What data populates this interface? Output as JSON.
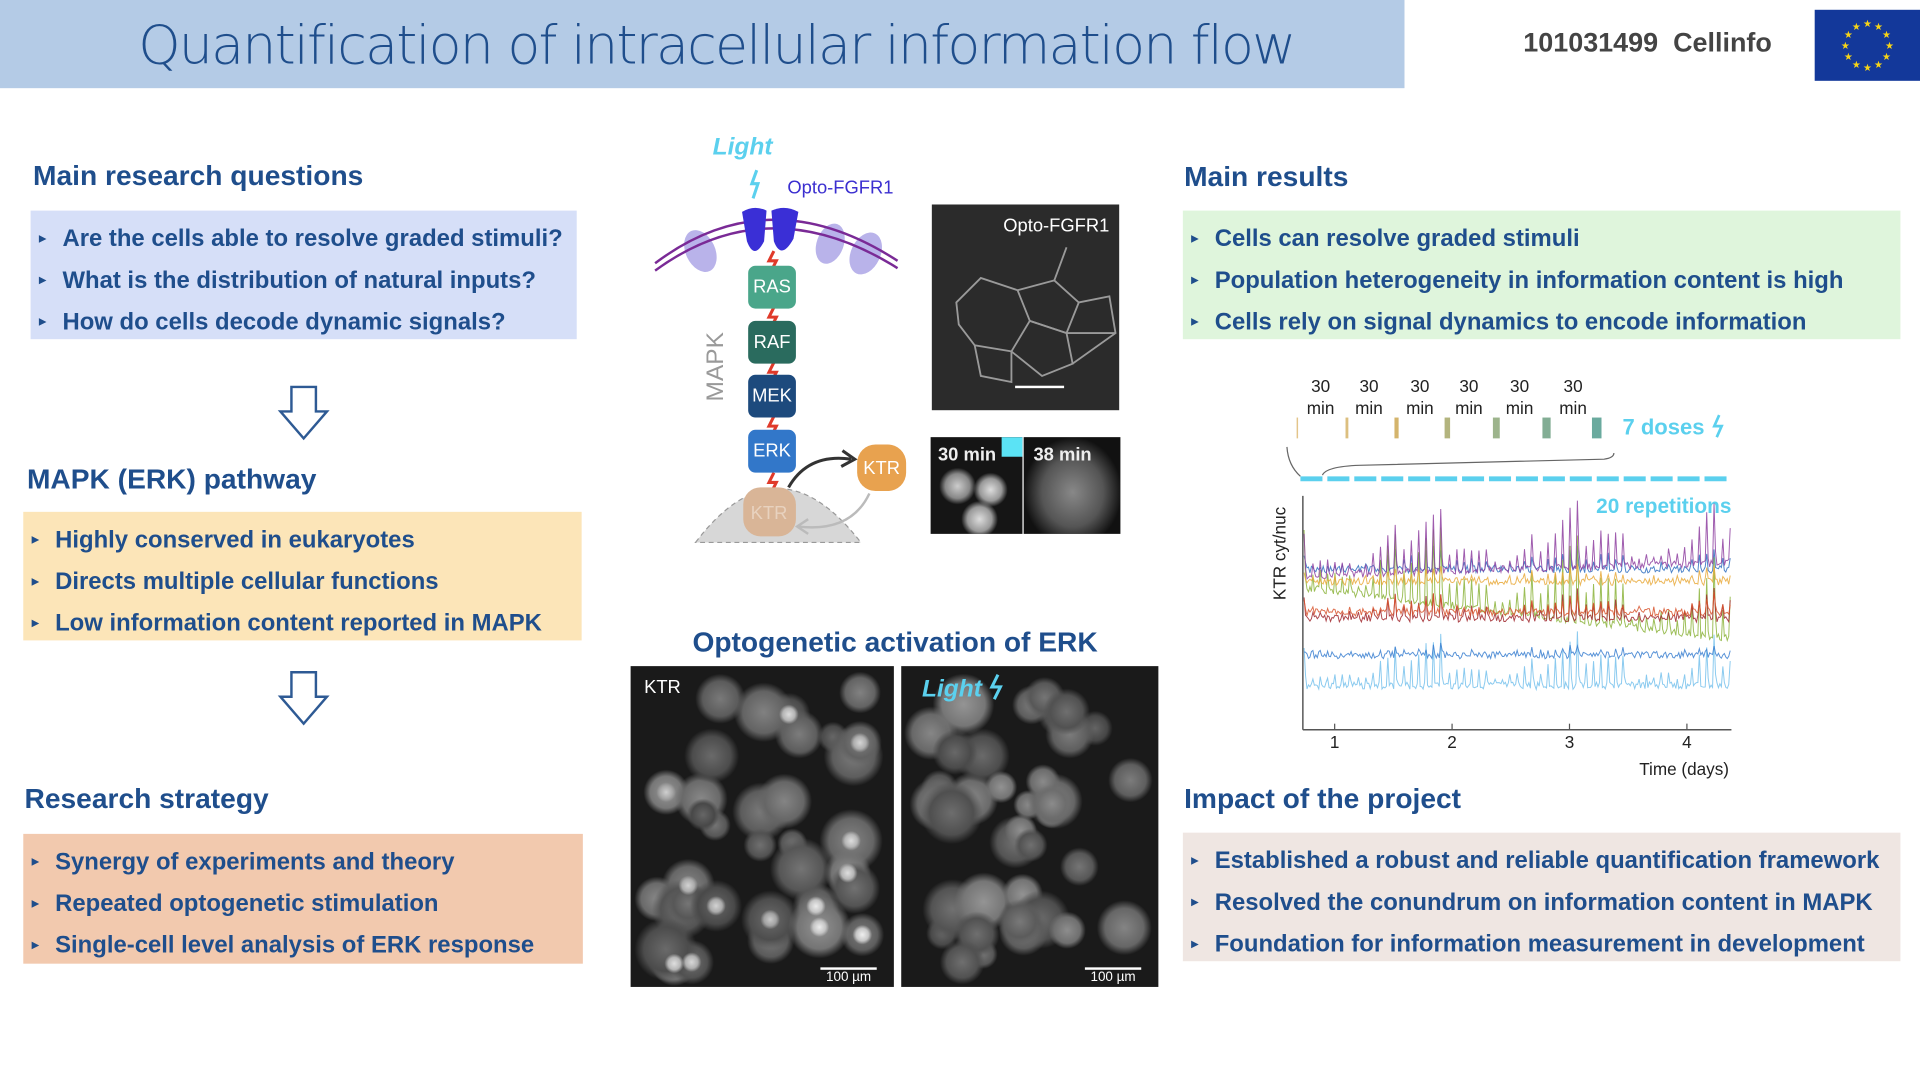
{
  "header": {
    "title": "Quantification of intracellular information flow",
    "project": "101031499  Cellinfo",
    "flag_icon": "eu-flag-icon"
  },
  "left": {
    "questions": {
      "heading": "Main research questions",
      "items": [
        "Are the cells able to resolve graded stimuli?",
        "What is the distribution of natural inputs?",
        "How do cells decode dynamic signals?"
      ]
    },
    "pathway": {
      "heading": "MAPK (ERK) pathway",
      "items": [
        "Highly conserved in eukaryotes",
        "Directs multiple cellular functions",
        "Low information content reported in MAPK"
      ]
    },
    "strategy": {
      "heading": "Research strategy",
      "items": [
        "Synergy of experiments and theory",
        "Repeated optogenetic stimulation",
        "Single-cell level analysis of ERK response"
      ]
    }
  },
  "diagram": {
    "light": "Light",
    "receptor": "Opto-FGFR1",
    "mapk": "MAPK",
    "kinases": [
      {
        "name": "RAS",
        "color": "#4aa68a"
      },
      {
        "name": "RAF",
        "color": "#2a6b5e"
      },
      {
        "name": "MEK",
        "color": "#1d4a7d"
      },
      {
        "name": "ERK",
        "color": "#3277c9"
      }
    ],
    "ktr": "KTR",
    "image_label": "Opto-FGFR1",
    "time1": "30 min",
    "time2": "38 min"
  },
  "opto": {
    "heading": "Optogenetic activation of ERK",
    "left_label": "KTR",
    "right_label": "Light",
    "scale": "100 µm"
  },
  "right": {
    "results": {
      "heading": "Main results",
      "items": [
        "Cells can resolve graded stimuli",
        "Population heterogeneity in information content is high",
        "Cells rely on signal dynamics to encode information"
      ]
    },
    "impact": {
      "heading": "Impact of the project",
      "items": [
        "Established a robust and reliable quantification framework",
        "Resolved the conundrum on information content in MAPK",
        "Foundation for information measurement in development"
      ]
    }
  },
  "chart_data": {
    "type": "line",
    "intervals": [
      "30\nmin",
      "30\nmin",
      "30\nmin",
      "30\nmin",
      "30\nmin",
      "30\nmin"
    ],
    "interval_value": "30",
    "interval_unit": "min",
    "doses_label": "7 doses",
    "dose_colors": [
      "#e3c58a",
      "#dcbf7f",
      "#d4b46c",
      "#b3b47e",
      "#9db48c",
      "#82ad94",
      "#6aaa9e"
    ],
    "repetitions_label": "20 repetitions",
    "ylabel": "KTR cyt/nuc",
    "xlabel": "Time (days)",
    "xticks": [
      "1",
      "2",
      "3",
      "4"
    ],
    "xlim": [
      0.75,
      4.4
    ],
    "series_colors": [
      "#75c1ec",
      "#2f6fbf",
      "#8bb33a",
      "#8e3fa0",
      "#a0262c",
      "#e9a93a",
      "#d8552e",
      "#3a7fd0"
    ]
  }
}
